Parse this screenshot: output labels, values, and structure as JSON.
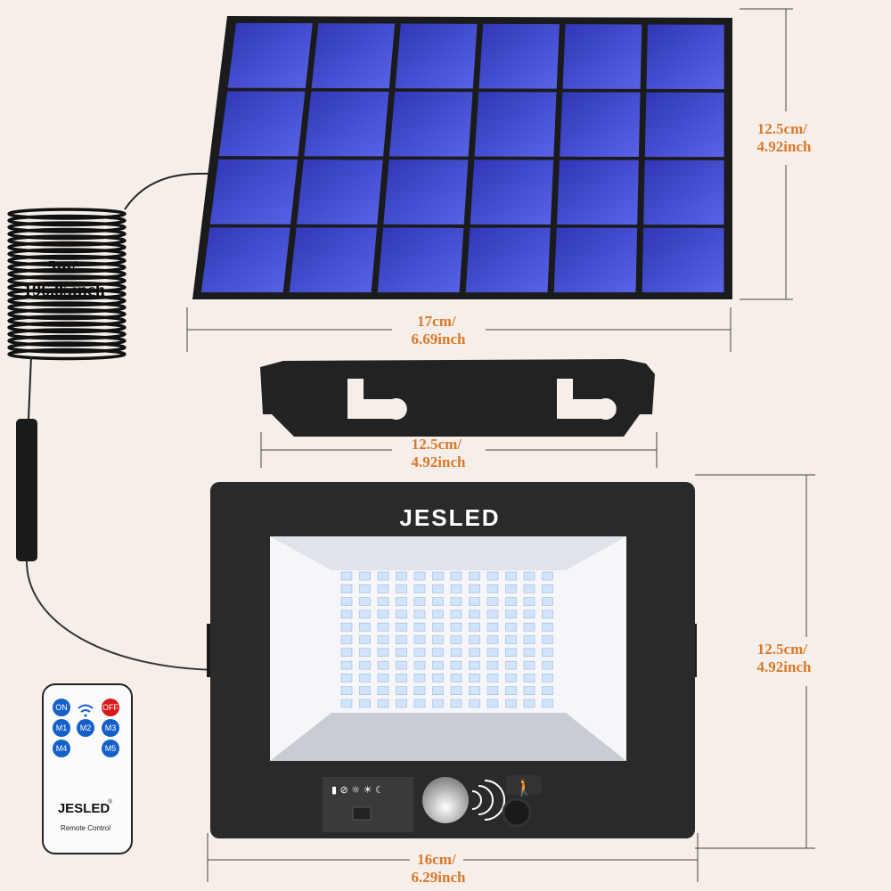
{
  "product": {
    "brand": "JESLED",
    "remote_brand": "JESLED",
    "remote_trademark": "®",
    "remote_caption": "Remote Control",
    "remote_buttons": [
      "ON",
      "OFF",
      "M1",
      "M2",
      "M3",
      "M4",
      "M5"
    ]
  },
  "dimensions": {
    "panel_height": [
      "12.5cm/",
      "4.92inch"
    ],
    "panel_width": [
      "17cm/",
      "6.69inch"
    ],
    "cable_length": [
      "5m/",
      "196.85inch"
    ],
    "bracket_width": [
      "12.5cm/",
      "4.92inch"
    ],
    "light_height": [
      "12.5cm/",
      "4.92inch"
    ],
    "light_width": [
      "16cm/",
      "6.29inch"
    ]
  },
  "colors": {
    "dimension_text": "#d8792a",
    "panel_cell": "#3a3fc8",
    "remote_blue": "#1560c8",
    "remote_red": "#d81818"
  }
}
